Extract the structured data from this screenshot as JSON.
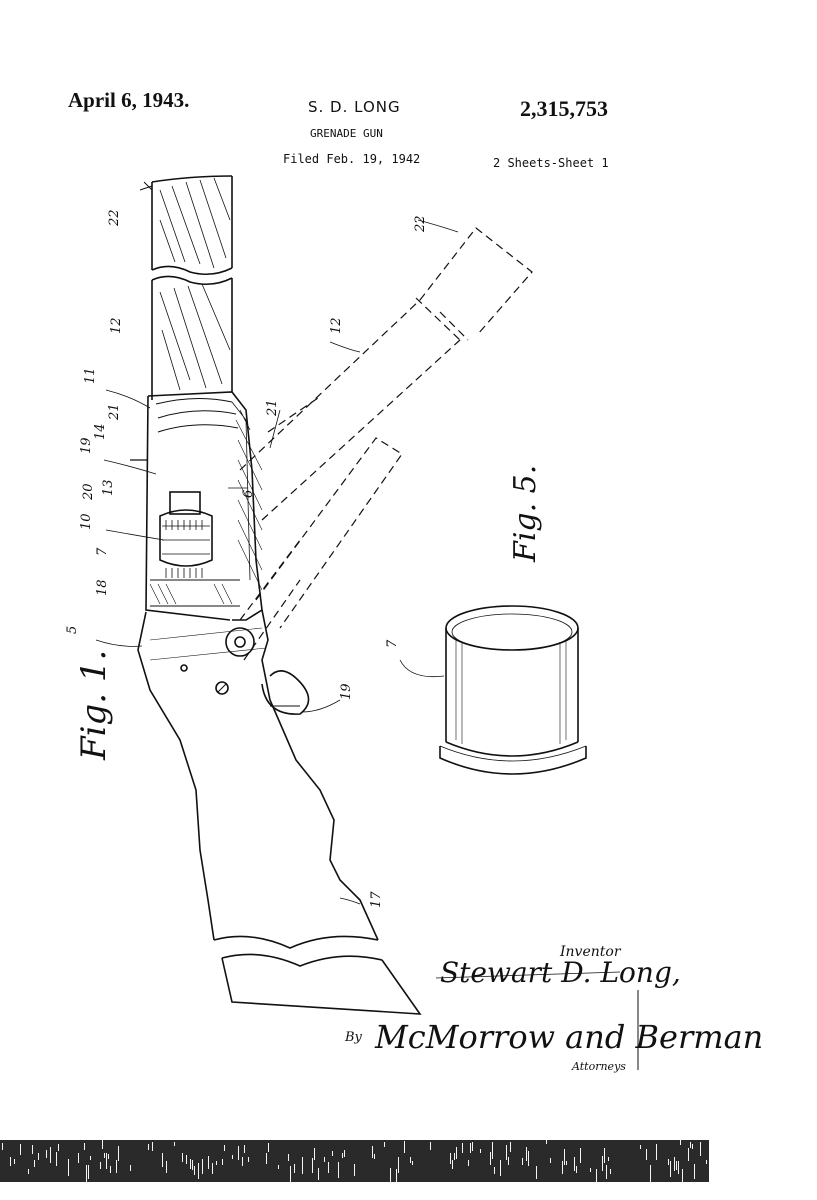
{
  "header": {
    "date": "April 6, 1943.",
    "inventor_short": "S. D. LONG",
    "patent_number": "2,315,753",
    "title": "GRENADE GUN",
    "filed": "Filed Feb. 19, 1942",
    "sheets": "2 Sheets-Sheet 1"
  },
  "figures": {
    "fig1_label": "Fig. 1.",
    "fig5_label": "Fig. 5."
  },
  "reference_numerals": {
    "n22a": "22",
    "n12a": "12",
    "n11": "11",
    "n21a": "21",
    "n14": "14",
    "n19a": "19",
    "n20": "20",
    "n13": "13",
    "n10": "10",
    "n7a": "7",
    "n18": "18",
    "n5": "5",
    "n6": "6",
    "n21b": "21",
    "n12b": "12",
    "n22b": "22",
    "n7b": "7",
    "n19b": "19",
    "n17": "17"
  },
  "signatures": {
    "inventor_label": "Inventor",
    "inventor_name": "Stewart D. Long,",
    "by": "By",
    "attorneys_sig": "McMorrow and Berman",
    "attorneys_label": "Attorneys"
  }
}
